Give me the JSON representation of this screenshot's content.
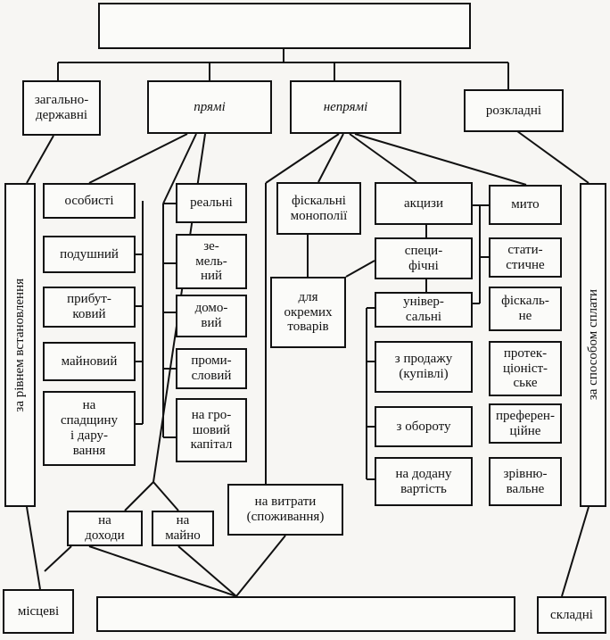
{
  "blocks": {
    "top_title": "",
    "bottom_title": "",
    "by_level": {
      "general": "загально-\nдержавні",
      "local": "місцеві",
      "side": "за рівнем встановлення"
    },
    "by_method": {
      "layout": "розкладні",
      "complex": "складні",
      "side": "за способом сплати"
    },
    "direct": {
      "title": "прямі",
      "personal": {
        "title": "особисті",
        "items": [
          "подушний",
          "прибут-\nковий",
          "майновий",
          "на\nспадщину\nі дару-\nвання"
        ]
      },
      "real": {
        "title": "реальні",
        "items": [
          "зе-\nмель-\nний",
          "домо-\nвий",
          "проми-\nсловий",
          "на гро-\nшовий\nкапітал"
        ]
      },
      "on_income": "на\nдоходи",
      "on_property": "на\nмайно"
    },
    "indirect": {
      "title": "непрямі",
      "fiscal_monopolies": "фіскальні\nмонополії",
      "for_goods": "для\nокремих\nтоварів",
      "excise": "акцизи",
      "specific": "специ-\nфічні",
      "universal": "універ-\nсальні",
      "universal_items": [
        "з продажу\n(купівлі)",
        "з обороту",
        "на додану\nвартість"
      ],
      "duty": {
        "title": "мито",
        "items": [
          "стати-\nстичне",
          "фіскаль-\nне",
          "протек-\nціоніст-\nське",
          "преферен-\nційне",
          "зрівню-\nвальне"
        ]
      },
      "on_expenses": "на витрати\n(споживання)"
    }
  }
}
